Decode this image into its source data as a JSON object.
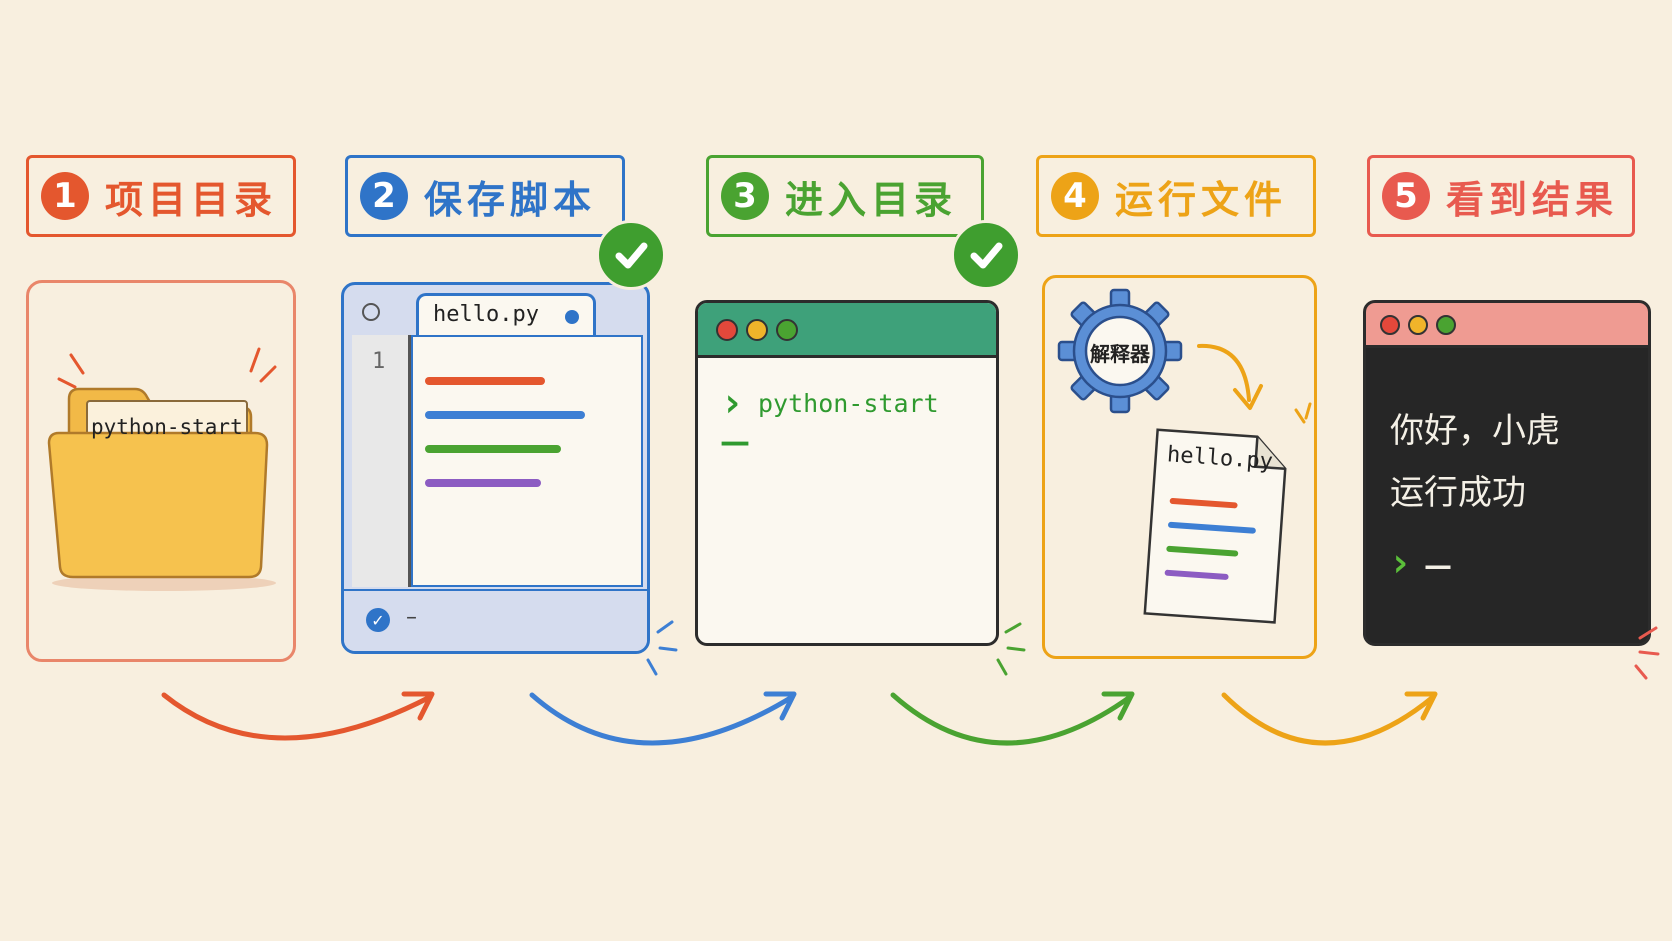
{
  "steps": [
    {
      "num": "1",
      "label": "项目目录",
      "color": "#e4572e"
    },
    {
      "num": "2",
      "label": "保存脚本",
      "color": "#2f74c8"
    },
    {
      "num": "3",
      "label": "进入目录",
      "color": "#4aa331"
    },
    {
      "num": "4",
      "label": "运行文件",
      "color": "#eda317"
    },
    {
      "num": "5",
      "label": "看到结果",
      "color": "#e85a4f"
    }
  ],
  "panel1": {
    "folder_label": "python-start",
    "icon": "folder-icon"
  },
  "panel2": {
    "tab_label": "hello.py",
    "line_number": "1",
    "status_cursor": "–"
  },
  "panel3": {
    "prompt_symbol": "›",
    "command": "python-start",
    "cursor": "—"
  },
  "panel4": {
    "gear_label": "解释器",
    "file_label": "hello.py"
  },
  "panel5": {
    "output_line1": "你好，小虎",
    "output_line2": "运行成功",
    "prompt_symbol": "›",
    "cursor": "—"
  },
  "checks": [
    "check-icon",
    "check-icon"
  ]
}
